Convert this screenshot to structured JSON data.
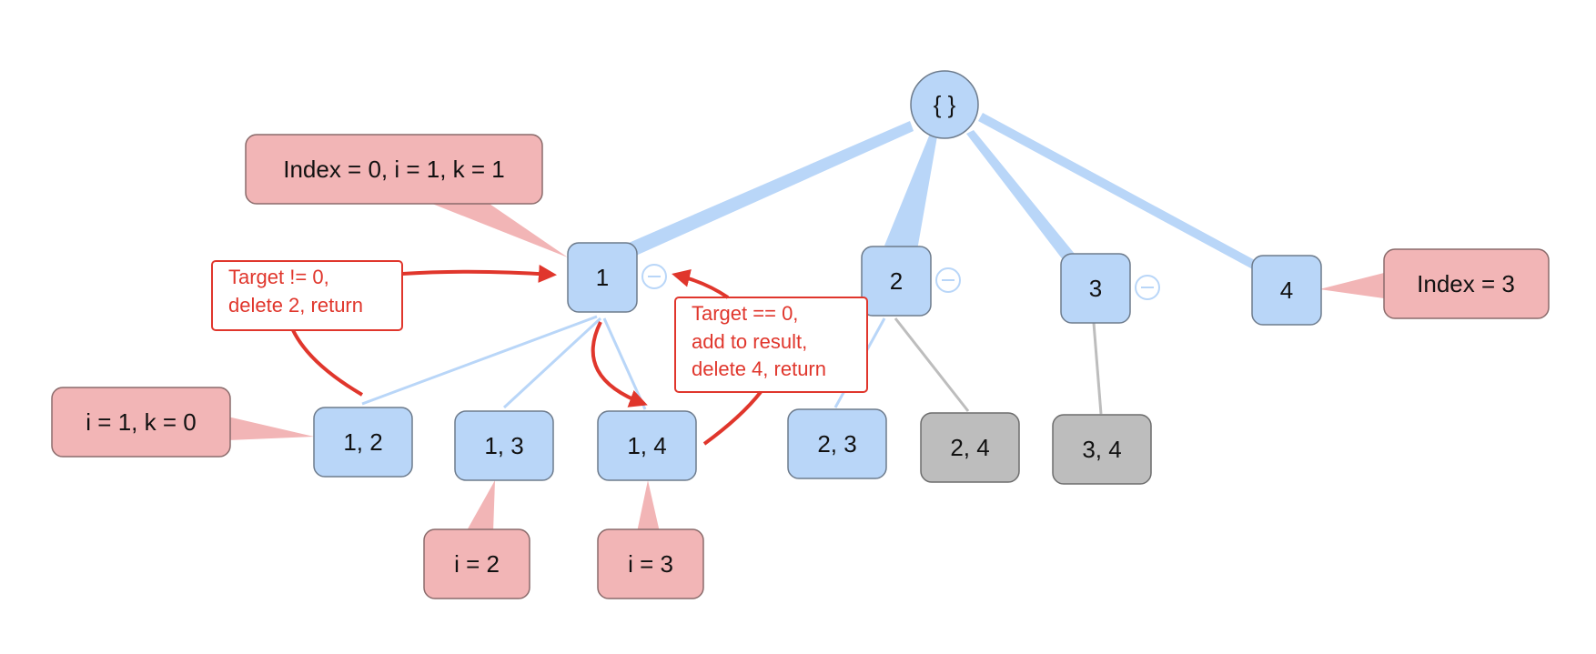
{
  "tree": {
    "root": "{ }",
    "level1": [
      "1",
      "2",
      "3",
      "4"
    ],
    "level2": [
      "1, 2",
      "1, 3",
      "1, 4",
      "2, 3",
      "2, 4",
      "3, 4"
    ]
  },
  "callouts": {
    "index_top": "Index = 0, i = 1, k = 1",
    "index_right": "Index = 3",
    "ik_left": "i = 1, k = 0",
    "i2": "i = 2",
    "i3": "i = 3"
  },
  "notes": {
    "left": [
      "Target != 0,",
      "delete 2, return"
    ],
    "right": [
      "Target == 0,",
      "add to result,",
      "delete 4, return"
    ]
  },
  "colors": {
    "node_active": "#b9d6f8",
    "node_inactive": "#bdbdbd",
    "callout": "#f2b5b6",
    "note": "#e0362c"
  }
}
